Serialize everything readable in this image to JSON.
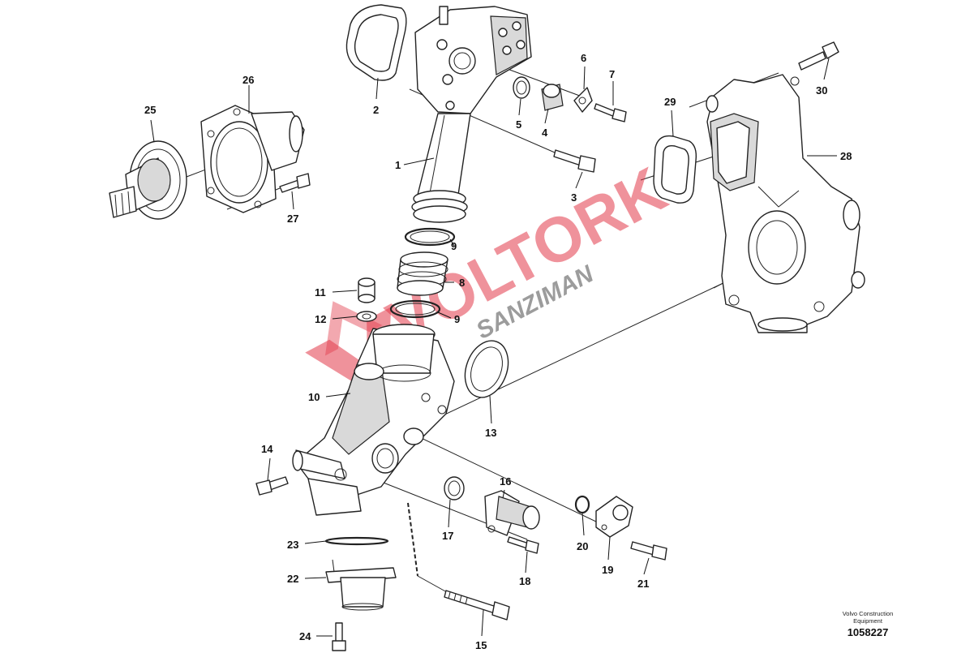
{
  "diagram": {
    "callouts": [
      {
        "label": "1"
      },
      {
        "label": "2"
      },
      {
        "label": "3"
      },
      {
        "label": "4"
      },
      {
        "label": "5"
      },
      {
        "label": "6"
      },
      {
        "label": "7"
      },
      {
        "label": "8"
      },
      {
        "label": "9"
      },
      {
        "label": "9"
      },
      {
        "label": "10"
      },
      {
        "label": "11"
      },
      {
        "label": "12"
      },
      {
        "label": "13"
      },
      {
        "label": "14"
      },
      {
        "label": "15"
      },
      {
        "label": "16"
      },
      {
        "label": "17"
      },
      {
        "label": "18"
      },
      {
        "label": "19"
      },
      {
        "label": "20"
      },
      {
        "label": "21"
      },
      {
        "label": "22"
      },
      {
        "label": "23"
      },
      {
        "label": "24"
      },
      {
        "label": "25"
      },
      {
        "label": "26"
      },
      {
        "label": "27"
      },
      {
        "label": "28"
      },
      {
        "label": "29"
      },
      {
        "label": "30"
      }
    ]
  },
  "watermark": {
    "brand": "VOLTORK",
    "subtext": "SANZIMAN",
    "color": "#e23848"
  },
  "credit": {
    "line1": "Volvo Construction",
    "line2": "Equipment"
  },
  "document_number": "1058227"
}
